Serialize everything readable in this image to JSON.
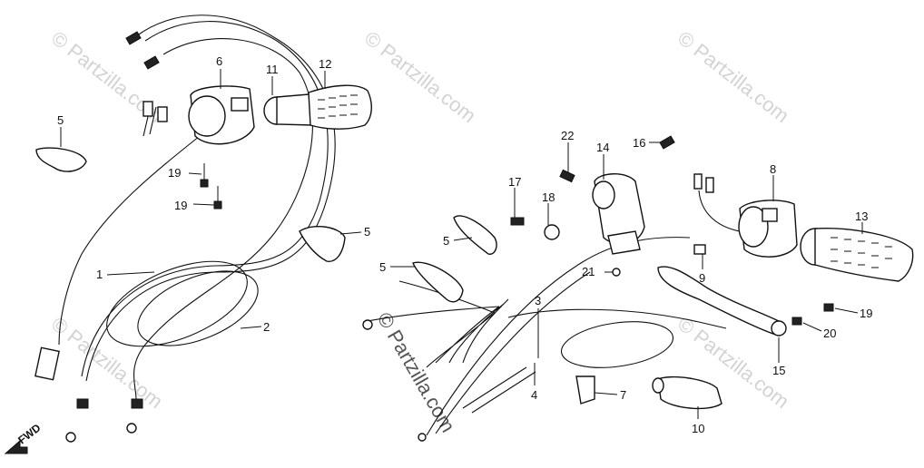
{
  "diagram": {
    "watermark": "© Partzilla.com",
    "direction_label": "FWD",
    "callouts": [
      "1",
      "2",
      "3",
      "4",
      "5",
      "5",
      "5",
      "5",
      "6",
      "7",
      "8",
      "9",
      "10",
      "11",
      "12",
      "13",
      "14",
      "15",
      "16",
      "17",
      "18",
      "19",
      "19",
      "19",
      "20",
      "21",
      "22"
    ]
  }
}
